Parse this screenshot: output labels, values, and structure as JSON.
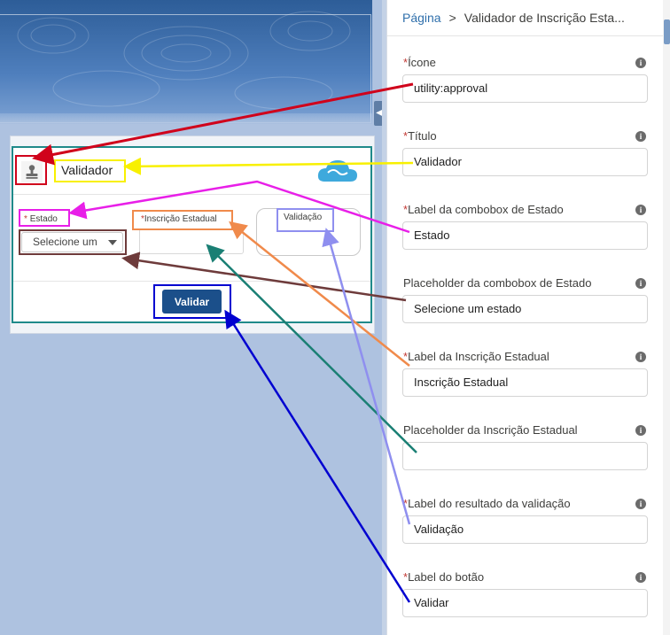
{
  "breadcrumb": {
    "root": "Página",
    "separator": ">",
    "current": "Validador de Inscrição Esta..."
  },
  "preview": {
    "card_title": "Validador",
    "estado_label": "Estado",
    "estado_placeholder": "Selecione um",
    "ie_label": "Inscrição Estadual",
    "result_label": "Validação",
    "button_label": "Validar",
    "icons": {
      "card_icon": "approval-stamp-icon",
      "cloud": "cloud-icon"
    }
  },
  "properties": [
    {
      "label": "Ícone",
      "required": "*",
      "value": "utility:approval"
    },
    {
      "label": "Título",
      "required": "*",
      "value": "Validador"
    },
    {
      "label": "Label da combobox de Estado",
      "required": "*",
      "value": "Estado"
    },
    {
      "label": "Placeholder da combobox de Estado",
      "required": "",
      "value": "Selecione um estado"
    },
    {
      "label": "Label da Inscrição Estadual",
      "required": "*",
      "value": "Inscrição Estadual"
    },
    {
      "label": "Placeholder da Inscrição Estadual",
      "required": "",
      "value": ""
    },
    {
      "label": "Label do resultado da validação",
      "required": "*",
      "value": "Validação"
    },
    {
      "label": "Label do botão",
      "required": "*",
      "value": "Validar"
    }
  ],
  "colors": {
    "icon": "#d0021b",
    "title": "#f8f000",
    "estado_label": "#e81fe8",
    "estado_placeholder": "#6e3b3b",
    "ie_label": "#f08a4b",
    "ie_placeholder": "#1a7f74",
    "result": "#8f8fef",
    "button": "#0000d0"
  }
}
